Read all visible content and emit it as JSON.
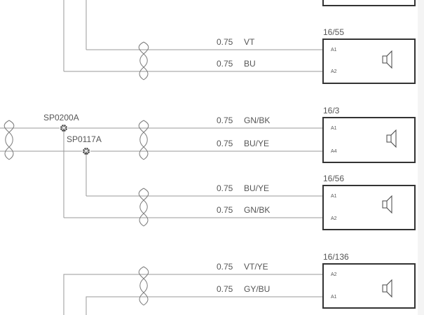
{
  "connectors": [
    {
      "label": "16/55",
      "pins": [
        "A1",
        "A2"
      ]
    },
    {
      "label": "16/3",
      "pins": [
        "A1",
        "A4"
      ]
    },
    {
      "label": "16/56",
      "pins": [
        "A1",
        "A2"
      ]
    },
    {
      "label": "16/136",
      "pins": [
        "A2",
        "A1"
      ]
    }
  ],
  "wires": [
    {
      "gauge": "0.75",
      "color": "VT"
    },
    {
      "gauge": "0.75",
      "color": "BU"
    },
    {
      "gauge": "0.75",
      "color": "GN/BK"
    },
    {
      "gauge": "0.75",
      "color": "BU/YE"
    },
    {
      "gauge": "0.75",
      "color": "BU/YE"
    },
    {
      "gauge": "0.75",
      "color": "GN/BK"
    },
    {
      "gauge": "0.75",
      "color": "VT/YE"
    },
    {
      "gauge": "0.75",
      "color": "GY/BU"
    }
  ],
  "splices": [
    {
      "label": "SP0200A"
    },
    {
      "label": "SP0117A"
    }
  ],
  "icons": {
    "speaker": "speaker-icon",
    "twist": "twisted-pair-icon",
    "splice": "splice-point-icon"
  }
}
